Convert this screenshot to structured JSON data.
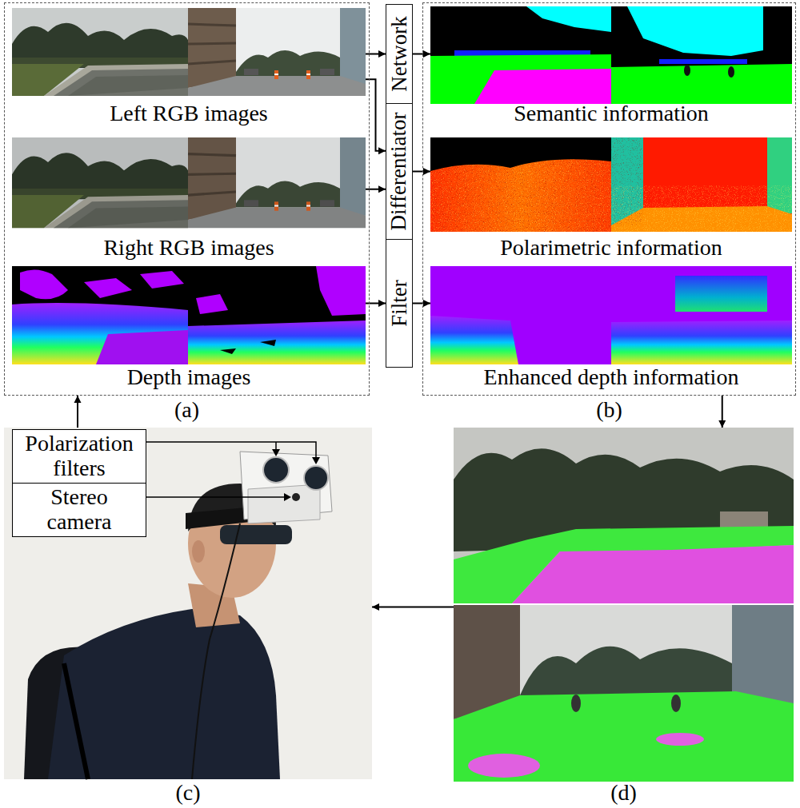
{
  "diagram": {
    "nodes": [
      {
        "text": [
          "(a)"
        ]
      },
      {
        "text": [
          "Left RGB images"
        ],
        "in": 0
      },
      {
        "text": [
          "Right RGB images"
        ],
        "in": 0
      },
      {
        "text": [
          "Depth images"
        ],
        "in": 0
      },
      {
        "text": [
          "Network"
        ]
      },
      {
        "text": [
          "Differentiator"
        ]
      },
      {
        "text": [
          "Filter"
        ]
      },
      {
        "text": [
          "(b)"
        ]
      },
      {
        "text": [
          "Semantic information"
        ],
        "in": 7
      },
      {
        "text": [
          "Polarimetric information"
        ],
        "in": 7
      },
      {
        "text": [
          "Enhanced depth information"
        ],
        "in": 7
      },
      {
        "text": [
          "(c)"
        ]
      },
      {
        "text": [
          "Polarization filters"
        ],
        "in": 11
      },
      {
        "text": [
          "Stereo camera"
        ],
        "in": 11
      },
      {
        "text": [
          "(d)"
        ]
      }
    ],
    "edges": [
      {
        "from": 1,
        "to": 4,
        "arrow": "to"
      },
      {
        "from": 1,
        "to": 5,
        "arrow": "to"
      },
      {
        "from": 2,
        "to": 5,
        "arrow": "to"
      },
      {
        "from": 3,
        "to": 6,
        "arrow": "to"
      },
      {
        "from": 4,
        "to": 8,
        "arrow": "to"
      },
      {
        "from": 5,
        "to": 9,
        "arrow": "to"
      },
      {
        "from": 6,
        "to": 10,
        "arrow": "to"
      },
      {
        "from": 7,
        "to": 14,
        "arrow": "to"
      },
      {
        "from": 14,
        "to": 11,
        "arrow": "to"
      },
      {
        "from": 11,
        "to": 0,
        "arrow": "to"
      }
    ]
  }
}
